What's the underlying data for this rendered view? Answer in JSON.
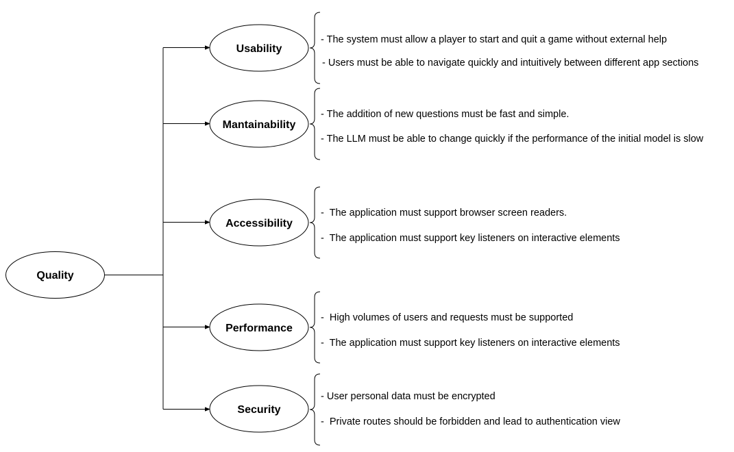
{
  "root": {
    "label": "Quality"
  },
  "categories": [
    {
      "label": "Usability",
      "items": [
        "- The system must allow a player to start and quit a game without external help",
        "- Users must be able to navigate quickly and intuitively between different app sections"
      ]
    },
    {
      "label": "Mantainability",
      "items": [
        "- The addition of new questions must be fast and simple.",
        "- The LLM must be able to change quickly if the performance of the initial model is slow"
      ]
    },
    {
      "label": "Accessibility",
      "items": [
        "-  The application must support browser screen readers.",
        "-  The application must support key listeners on interactive elements"
      ]
    },
    {
      "label": "Performance",
      "items": [
        "-  High volumes of users and requests must be supported",
        "-  The application must support key listeners on interactive elements"
      ]
    },
    {
      "label": "Security",
      "items": [
        "- User personal data must be encrypted",
        "-  Private routes should be forbidden and lead to authentication view"
      ]
    }
  ]
}
